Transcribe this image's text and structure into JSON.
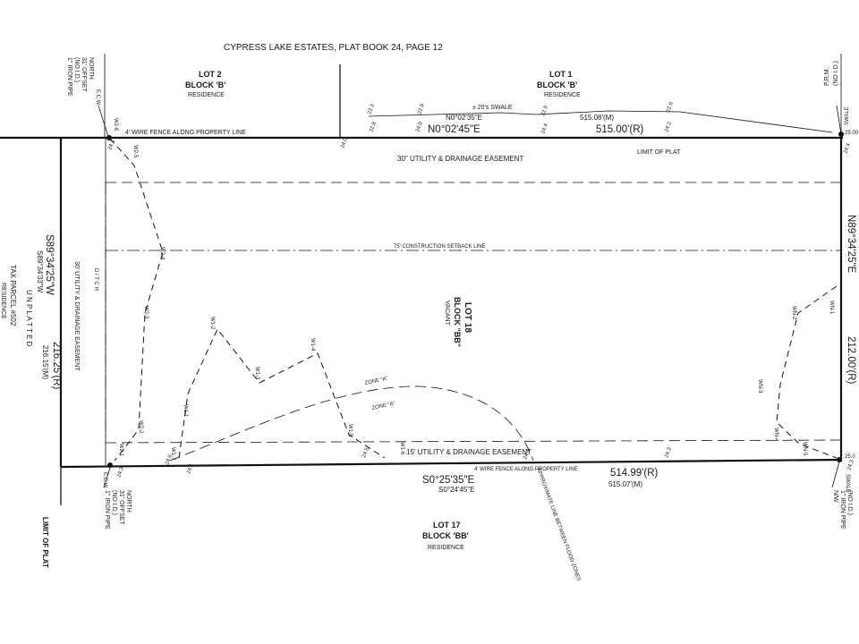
{
  "plat": {
    "title": "CYPRESS LAKE ESTATES,  PLAT BOOK 24, PAGE 12",
    "lots": {
      "lot2": {
        "name": "LOT 2",
        "block": "BLOCK 'B'",
        "use": "RESIDENCE"
      },
      "lot1": {
        "name": "LOT 1",
        "block": "BLOCK 'B'",
        "use": "RESIDENCE"
      },
      "lot17": {
        "name": "LOT 17",
        "block": "BLOCK 'BB'",
        "use": "RESIDENCE"
      },
      "lot18": {
        "name": "LOT 18",
        "block": "BLOCK \"BB\"",
        "use": "VACANT"
      }
    },
    "west": {
      "parcel": "TAX PARCEL #502",
      "unplatted": "U N P L A T T E D",
      "use": "RESIDENCE",
      "bearing_r": "S89°34'25\"W",
      "bearing_m": "S89°34'33\"W",
      "dist_r": "216.25'(R)",
      "dist_m": "216.15'(M)",
      "easement": "30' UTILITY & DRAINAGE EASEMENT",
      "ditch": "D I T C H",
      "limit_of_plat": "LIMIT OF PLAT"
    },
    "east": {
      "bearing": "N89°34'25\"E",
      "dist": "212.00'(R)",
      "pra": "P.R.M.",
      "noid": "(NO I.D.)",
      "swale": "SWALE",
      "iron_pipe": "1\" IRON PIPE",
      "nw": "N/W"
    },
    "north": {
      "bearing_r": "N0°02'45\"E",
      "bearing_m": "N0°02'35\"E",
      "dist_r": "515.00'(R)",
      "dist_m": "515.08'(M)",
      "fence": "4' WIRE FENCE ALONG PROPERTY LINE",
      "easement": "30\" UTILITY & DRAINAGE EASEMENT",
      "swale": "± 20's SWALE",
      "limit_of_plat": "LIMIT OF PLAT",
      "elev_25": "25.00"
    },
    "south": {
      "bearing_r": "S0°25'35\"E",
      "bearing_m": "S0°24'45\"E",
      "dist_r": "514.99'(R)",
      "dist_m": "515.07'(M)",
      "fence": "4' WIRE FENCE ALONG PROPERTY LINE",
      "easement": "15' UTILITY & DRAINAGE EASEMENT",
      "flood_note": "APPROXIMATE LINE BETWEEN FLOOD ZONES",
      "elev_25": "25.0"
    },
    "setback": "75' CONSTRUCTION SETBACK LINE",
    "zones": {
      "a_upper": "ZONE \"A\"",
      "a_lower": "ZONE \"A\""
    },
    "nw_pipe": {
      "l1": "1\" IRON PIPE",
      "l2": "(NO I.D.)",
      "l3": "31' OFFSET",
      "l4": "NORTH",
      "ecw": "E.C.W."
    },
    "sw_pipe": {
      "l1": "1\" IRON PIPE",
      "l2": "(NO I.D.)",
      "l3": "31' OFFSET",
      "l4": "NORTH",
      "ecw": "E.C.W."
    },
    "wetland_pts": {
      "w1_1": "W1-1",
      "w1_2": "W1-2",
      "w1_3": "W1-3",
      "w1_4": "W1-4",
      "w1_5": "W1-5",
      "w1_6": "W1-6",
      "w1_7": "W1-7",
      "w2_1": "W2-1",
      "w2_2": "W2-2",
      "w2_3": "W2-3",
      "w2_4": "W2-4",
      "w2_5": "W2-5",
      "w2_6": "W2-6",
      "wn_1": "WN-1",
      "wn_2": "WN-2",
      "wn_3": "WN-3",
      "wn_4": "WN-4",
      "wn_5": "WN-5"
    },
    "elevations": {
      "n1": "22.3",
      "n2": "22.9",
      "n3": "22.9",
      "n4": "22.9",
      "n5": "24.0",
      "n6": "22.8",
      "n7": "24.4",
      "n8": "24.2",
      "nf": "24.0",
      "nw": "24.1",
      "ne": "24.4",
      "s1": "24.1",
      "s2": "24.5",
      "s3": "24.3",
      "s4": "24.6",
      "s5": "24.4",
      "se": "24.3",
      "sw": "24.3"
    }
  }
}
